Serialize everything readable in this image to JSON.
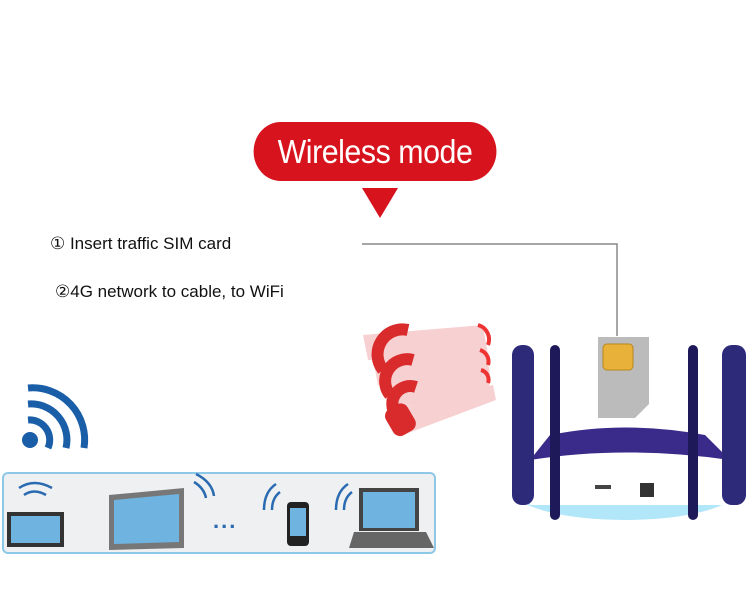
{
  "title": "Wireless mode",
  "steps": [
    "① Insert traffic SIM card",
    "②4G network to cable, to WiFi"
  ],
  "ellipsis": "...",
  "colors": {
    "accent": "#d7141d",
    "wifi": "#1a5ea8",
    "router": "#3a2a8a"
  },
  "icons": [
    "wifi-icon",
    "sim-card-icon",
    "router-icon",
    "tablet-icon",
    "monitor-icon",
    "phone-icon",
    "laptop-icon",
    "signal-beam-icon"
  ]
}
